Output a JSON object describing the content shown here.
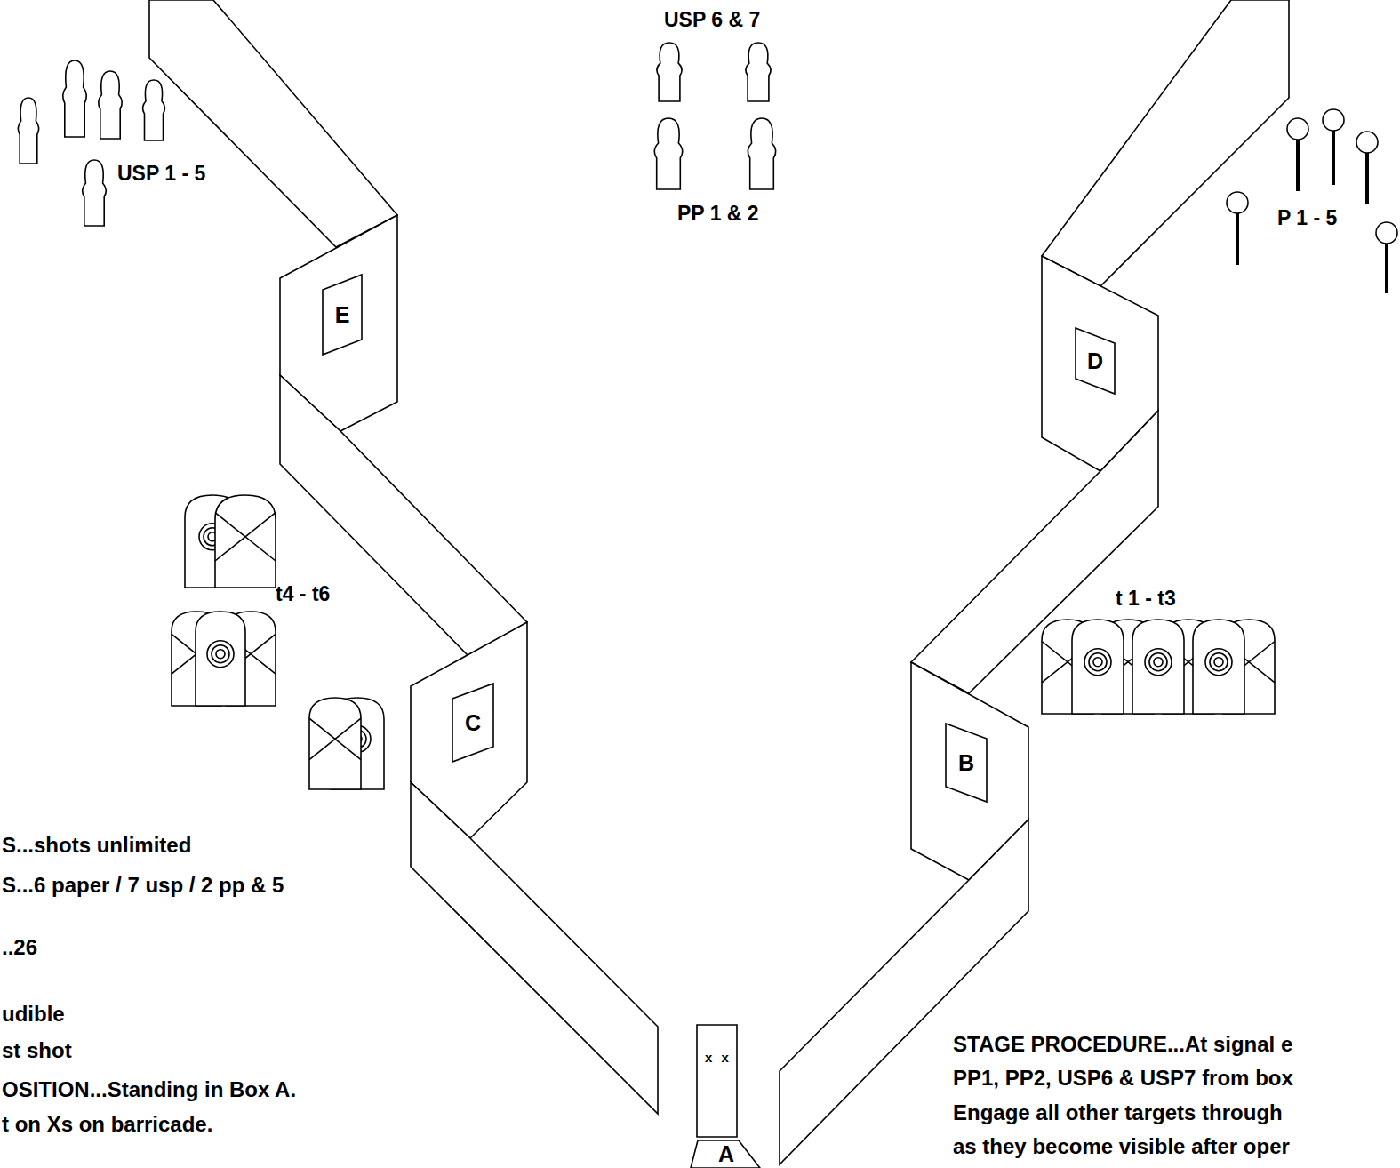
{
  "diagram": {
    "nodes": [
      {
        "text": [
          "E"
        ]
      },
      {
        "text": [
          "D"
        ]
      },
      {
        "text": [
          "C"
        ]
      },
      {
        "text": [
          "B"
        ]
      },
      {
        "text": [
          "x x"
        ]
      },
      {
        "text": [
          "A"
        ]
      }
    ],
    "labels": [
      "USP 6 & 7",
      "USP 1 - 5",
      "PP 1 & 2",
      "P 1 - 5",
      "t4 - t6",
      "t 1 - t3",
      "S...shots unlimited",
      "S...6 paper / 7 usp / 2 pp & 5",
      "..26",
      "udible",
      "st shot",
      "OSITION...Standing in Box A.",
      "t on Xs on barricade.",
      "STAGE PROCEDURE...At signal e",
      "PP1, PP2, USP6 & USP7 from box",
      "Engage all other targets through",
      "as they become visible after oper"
    ]
  }
}
